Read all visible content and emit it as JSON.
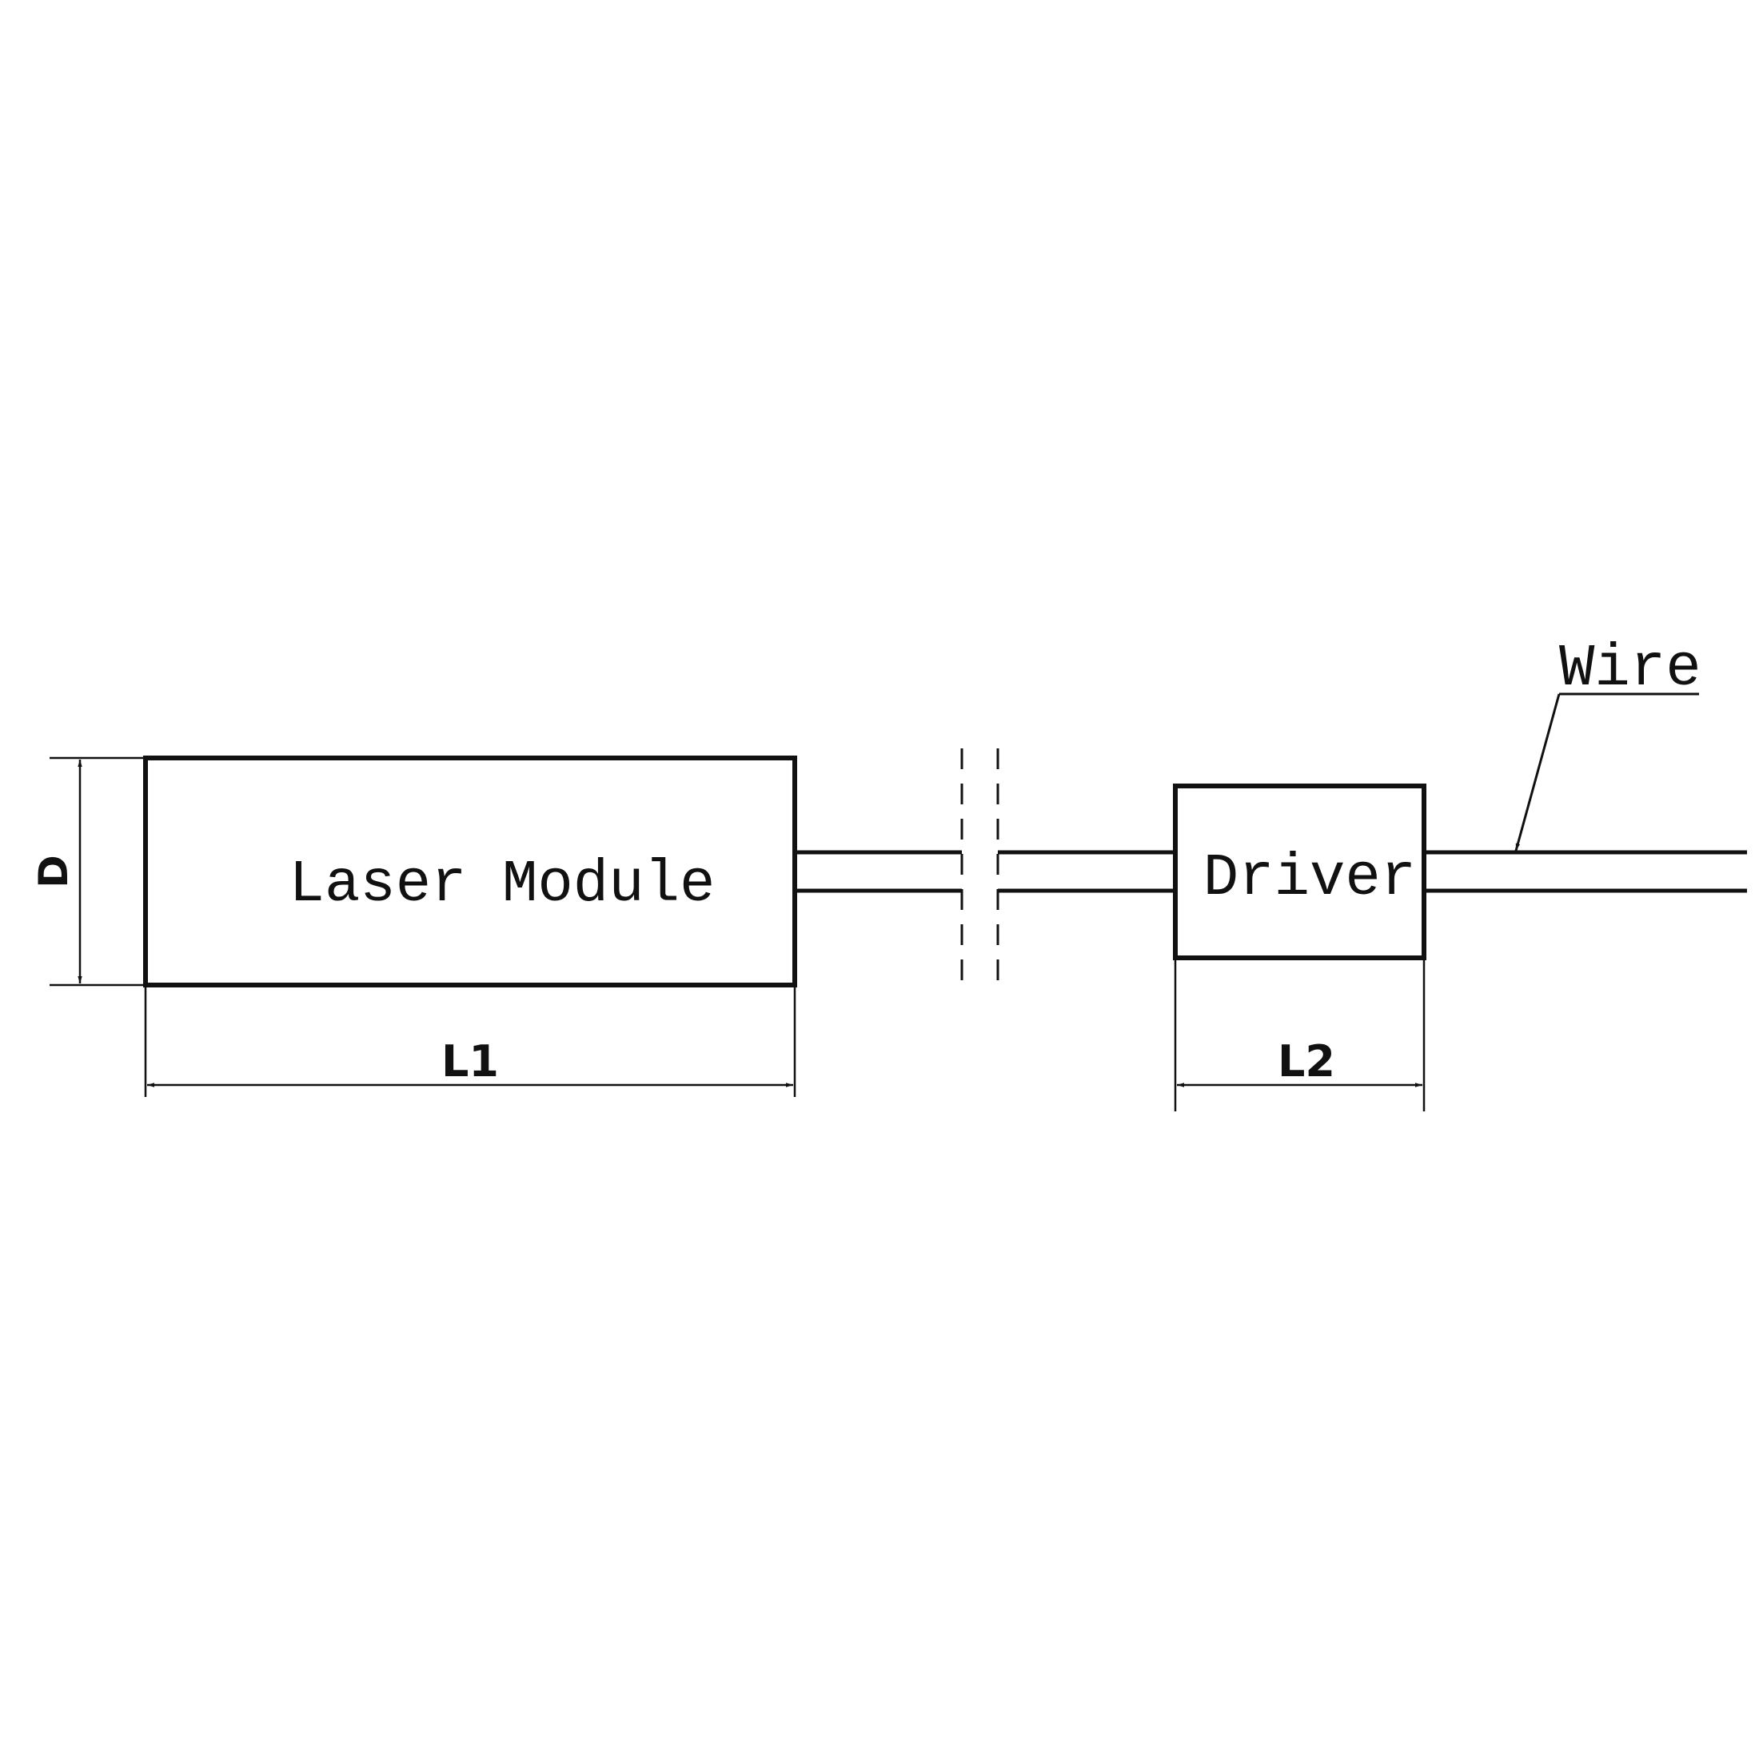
{
  "labels": {
    "laser_module": "Laser Module",
    "driver": "Driver",
    "wire": "Wire",
    "dim_d": "D",
    "dim_l1": "L1",
    "dim_l2": "L2"
  },
  "colors": {
    "line": "#111111",
    "background": "#ffffff"
  }
}
